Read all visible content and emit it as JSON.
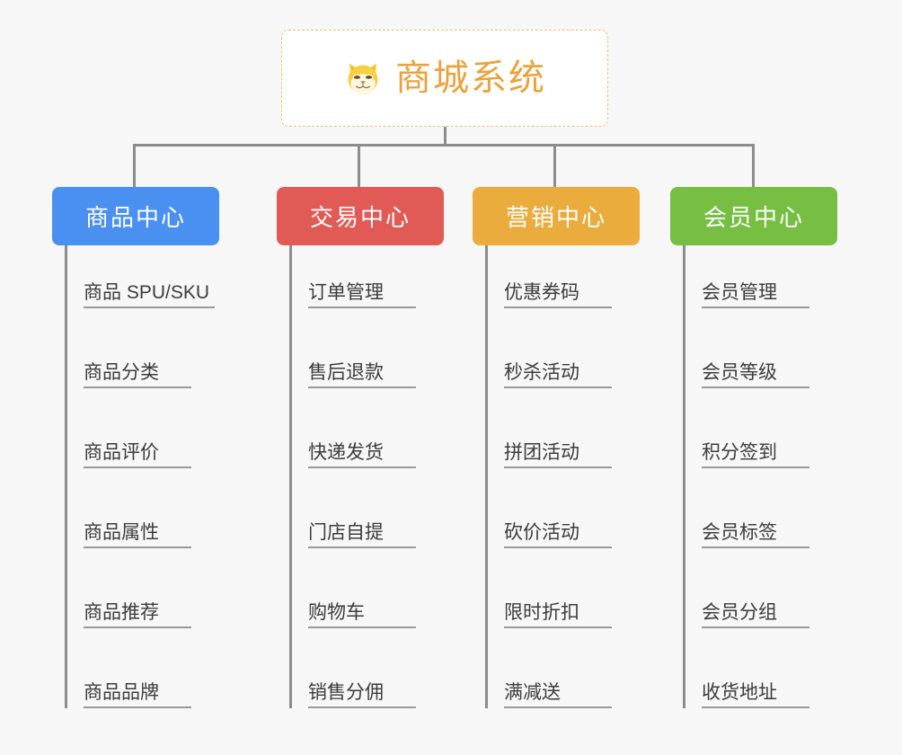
{
  "root": {
    "title": "商城系统",
    "icon": "shiba-dog-icon",
    "title_color": "#e8a33d",
    "border_color": "#f0c070",
    "background": "#ffffff"
  },
  "canvas": {
    "background": "#f7f7f7",
    "connector_color": "#8c8c8c",
    "leaf_rule_color": "#9a9a9a",
    "leaf_text_color": "#3c3c3c"
  },
  "branches": [
    {
      "label": "商品中心",
      "color": "#4a90f0",
      "leaves": [
        "商品 SPU/SKU",
        "商品分类",
        "商品评价",
        "商品属性",
        "商品推荐",
        "商品品牌"
      ]
    },
    {
      "label": "交易中心",
      "color": "#e25a56",
      "leaves": [
        "订单管理",
        "售后退款",
        "快递发货",
        "门店自提",
        "购物车",
        "销售分佣"
      ]
    },
    {
      "label": "营销中心",
      "color": "#eaac3c",
      "leaves": [
        "优惠券码",
        "秒杀活动",
        "拼团活动",
        "砍价活动",
        "限时折扣",
        "满减送"
      ]
    },
    {
      "label": "会员中心",
      "color": "#76bf43",
      "leaves": [
        "会员管理",
        "会员等级",
        "积分签到",
        "会员标签",
        "会员分组",
        "收货地址"
      ]
    }
  ]
}
